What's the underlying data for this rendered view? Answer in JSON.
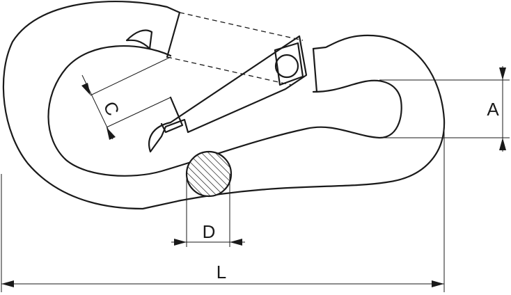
{
  "diagram": {
    "subject": "snap-hook",
    "labels": {
      "A": "A",
      "C": "C",
      "D": "D",
      "L": "L"
    }
  }
}
